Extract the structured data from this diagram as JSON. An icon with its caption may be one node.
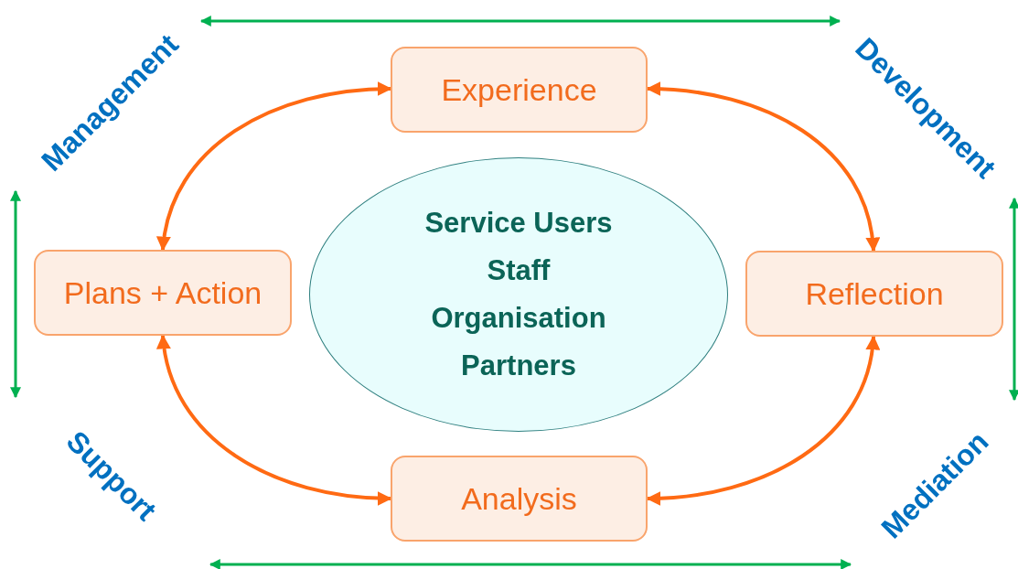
{
  "diagram": {
    "nodes": [
      {
        "text": [
          "Experience"
        ]
      },
      {
        "text": [
          "Plans + Action"
        ]
      },
      {
        "text": [
          "Service Users",
          "Staff",
          "Organisation",
          "Partners"
        ]
      },
      {
        "text": [
          "Reflection"
        ]
      },
      {
        "text": [
          "Analysis"
        ]
      },
      {
        "text": [
          "Management"
        ]
      },
      {
        "text": [
          "Development"
        ]
      },
      {
        "text": [
          "Support"
        ]
      },
      {
        "text": [
          "Mediation"
        ]
      }
    ],
    "edges": [
      {
        "from": 0,
        "to": 1,
        "arrow": "both"
      },
      {
        "from": 0,
        "to": 3,
        "arrow": "both"
      },
      {
        "from": 1,
        "to": 4,
        "arrow": "both"
      },
      {
        "from": 3,
        "to": 4,
        "arrow": "both"
      },
      {
        "from": 5,
        "to": 6,
        "arrow": "both",
        "color": "#00b050"
      },
      {
        "from": 5,
        "to": 7,
        "arrow": "both",
        "color": "#00b050"
      },
      {
        "from": 6,
        "to": 8,
        "arrow": "both",
        "color": "#00b050"
      },
      {
        "from": 7,
        "to": 8,
        "arrow": "both",
        "color": "#00b050"
      }
    ]
  }
}
